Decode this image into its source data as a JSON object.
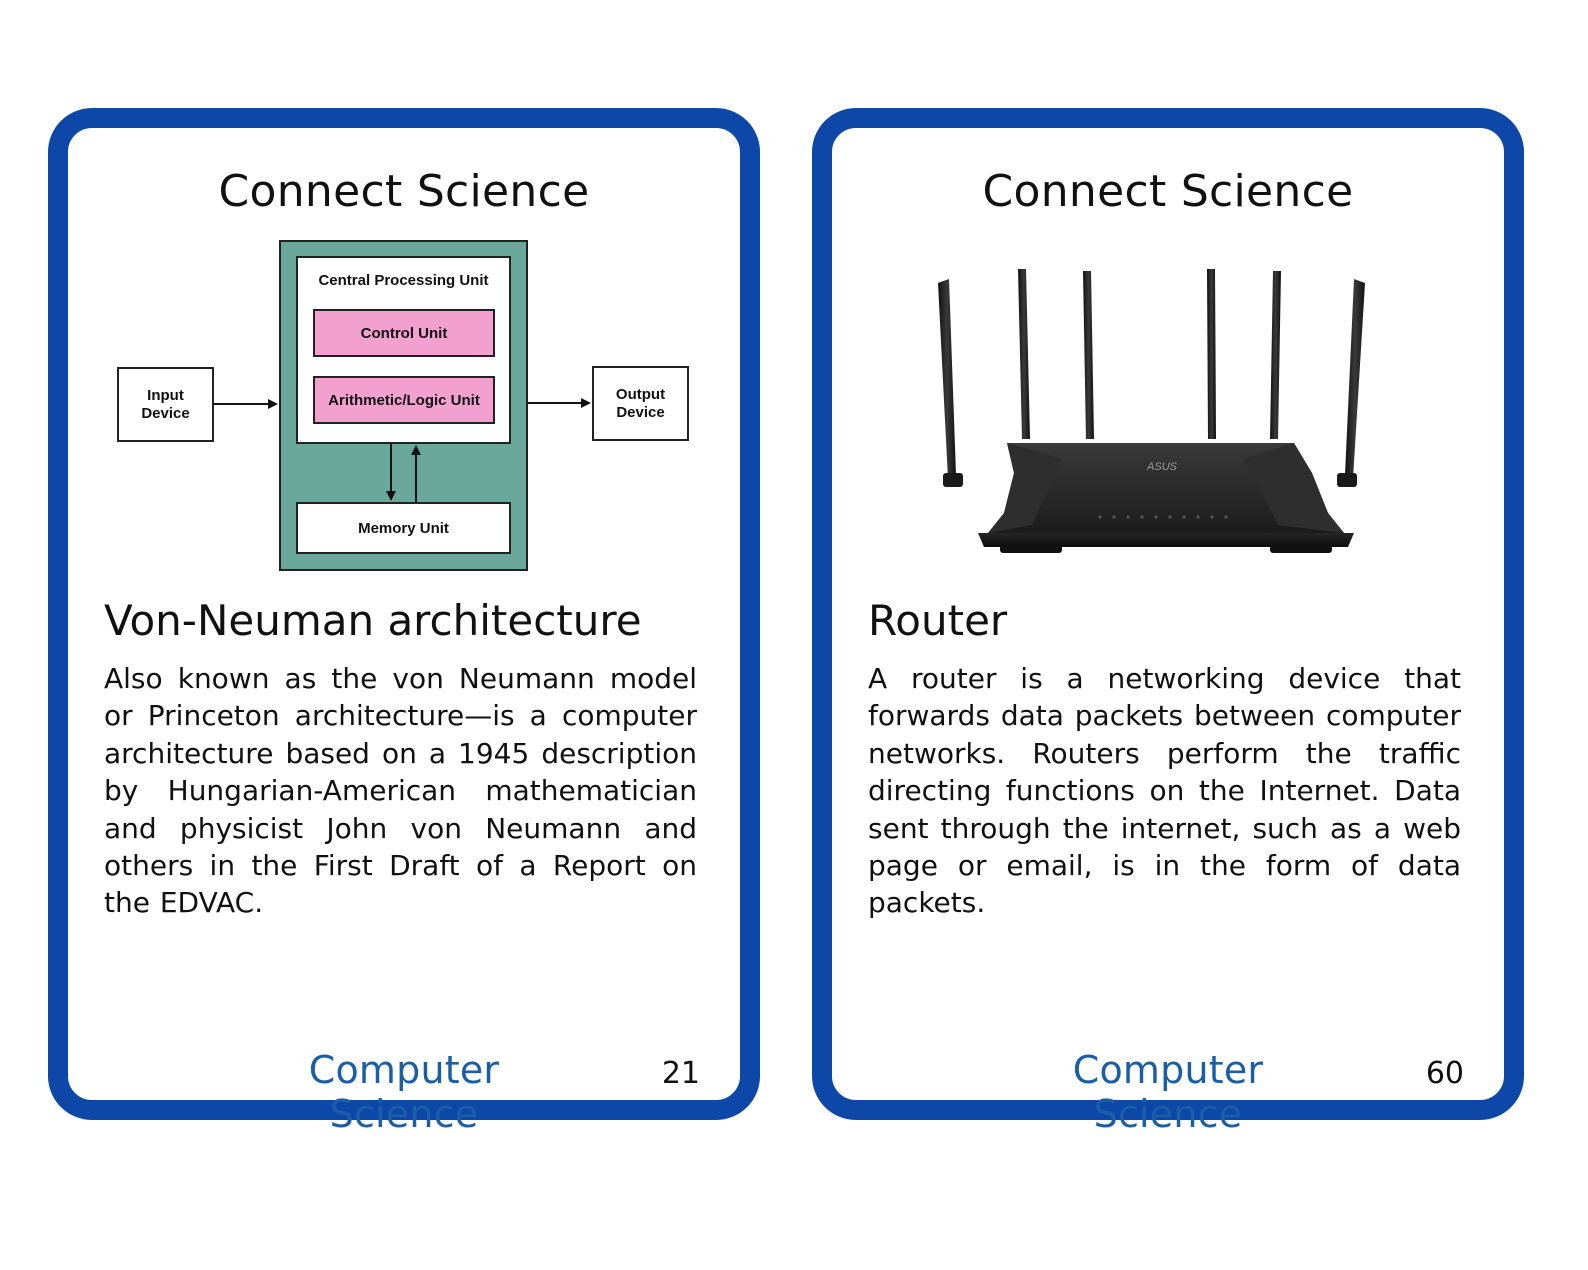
{
  "cards": [
    {
      "brand": "Connect Science",
      "title": "Von-Neuman architecture",
      "description": "Also known as the von Neumann model or Princeton architecture—is a computer architecture based on a 1945 description by Hungarian-American mathematician and physicist John von Neumann and others in the First Draft of a Report on the EDVAC.",
      "subject": "Computer Science",
      "page_number": "21",
      "diagram": {
        "input": [
          "Input",
          "Device"
        ],
        "output": [
          "Output",
          "Device"
        ],
        "cpu_label": "Central Processing Unit",
        "control_unit": "Control Unit",
        "alu": "Arithmetic/Logic Unit",
        "memory": "Memory Unit"
      }
    },
    {
      "brand": "Connect Science",
      "title": "Router",
      "description": "A router is a networking device that forwards data packets between computer networks. Routers perform the traffic directing functions on the Internet. Data sent through the internet, such as a web page or email, is in the form of data packets.",
      "subject": "Computer Science",
      "page_number": "60",
      "image_label": "ASUS"
    }
  ],
  "colors": {
    "card_border": "#0d47a8",
    "subject_text": "#1a5ea8",
    "cpu_fill": "#6aa89c",
    "unit_fill": "#f2a0cf"
  }
}
